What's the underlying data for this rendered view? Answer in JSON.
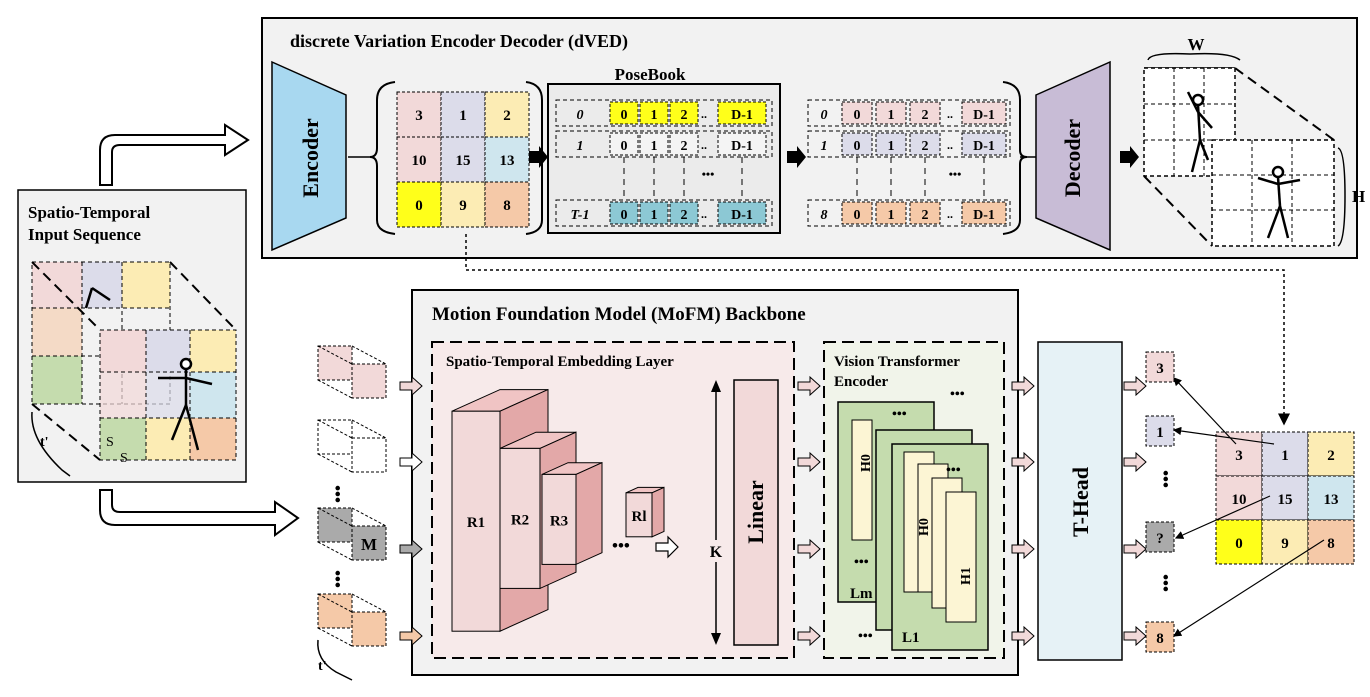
{
  "dved": {
    "title": "discrete Variation Encoder Decoder (dVED)",
    "encoder_label": "Encoder",
    "decoder_label": "Decoder",
    "posebook_title": "PoseBook",
    "token_grid": [
      "3",
      "1",
      "2",
      "10",
      "15",
      "13",
      "0",
      "9",
      "8"
    ],
    "posebook_rows": [
      "0",
      "1",
      "T-1"
    ],
    "code_cells": [
      "0",
      "1",
      "2",
      "D-1"
    ],
    "decoded_rows": [
      "0",
      "1",
      "8"
    ],
    "dim_w": "W",
    "dim_h": "H"
  },
  "input": {
    "title_line1": "Spatio-Temporal",
    "title_line2": "Input Sequence",
    "t_label": "t'",
    "s_label": "S",
    "s_label2": "S"
  },
  "mofm": {
    "title": "Motion Foundation Model (MoFM) Backbone",
    "embed_title": "Spatio-Temporal Embedding Layer",
    "vit_title_line1": "Vision Transformer",
    "vit_title_line2": "Encoder",
    "res_labels": [
      "R1",
      "R2",
      "R3",
      "Rl"
    ],
    "k_label": "K",
    "linear_label": "Linear",
    "layer_labels": [
      "Lm",
      "L1"
    ],
    "head_labels": [
      "H0",
      "H1",
      "H0"
    ],
    "mask_label": "M",
    "t_label": "t'",
    "dots": "•••"
  },
  "thead": {
    "label": "T-Head",
    "outputs": [
      "3",
      "1",
      "?",
      "8"
    ],
    "target_grid": [
      "3",
      "1",
      "2",
      "10",
      "15",
      "13",
      "0",
      "9",
      "8"
    ]
  },
  "colors": {
    "encoder": "#a8d8f0",
    "decoder": "#c8bcd6",
    "pink": "#f2d9d9",
    "yellow": "#ffff1a",
    "teal": "#8cc8d4",
    "orange": "#f5c9a8",
    "lavender": "#dcdcea",
    "paleyellow": "#fcecb4",
    "green": "#c5dcae",
    "thead": "#e6f2f6"
  }
}
